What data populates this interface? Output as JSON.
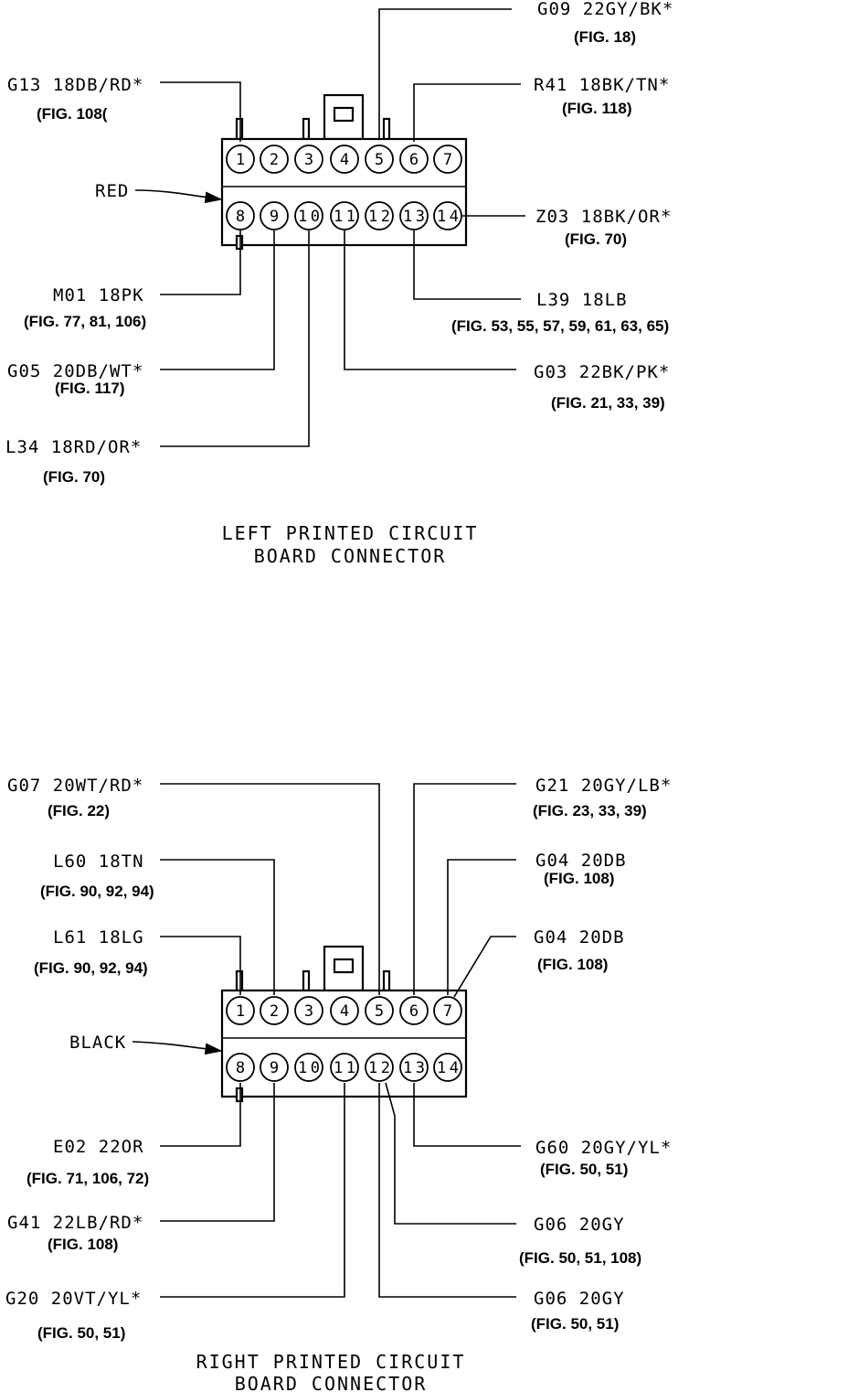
{
  "left_connector": {
    "caption_line1": "LEFT PRINTED CIRCUIT",
    "caption_line2": "BOARD CONNECTOR",
    "color_label": "RED",
    "pins_top": [
      "1",
      "2",
      "3",
      "4",
      "5",
      "6",
      "7"
    ],
    "pins_bottom": [
      "8",
      "9",
      "10",
      "11",
      "12",
      "13",
      "14"
    ],
    "wires": [
      {
        "code": "G09 22GY/BK*",
        "fig": "(FIG. 18)"
      },
      {
        "code": "G13 18DB/RD*",
        "fig": "(FIG. 108("
      },
      {
        "code": "R41 18BK/TN*",
        "fig": "(FIG. 118)"
      },
      {
        "code": "Z03 18BK/OR*",
        "fig": "(FIG. 70)"
      },
      {
        "code": "M01 18PK",
        "fig": "(FIG. 77, 81, 106)"
      },
      {
        "code": "L39 18LB",
        "fig": "(FIG. 53, 55, 57, 59, 61, 63, 65)"
      },
      {
        "code": "G05 20DB/WT*",
        "fig": "(FIG. 117)"
      },
      {
        "code": "G03 22BK/PK*",
        "fig": "(FIG. 21, 33, 39)"
      },
      {
        "code": "L34 18RD/OR*",
        "fig": "(FIG. 70)"
      }
    ]
  },
  "right_connector": {
    "caption_line1": "RIGHT PRINTED CIRCUIT",
    "caption_line2": "BOARD CONNECTOR",
    "color_label": "BLACK",
    "pins_top": [
      "1",
      "2",
      "3",
      "4",
      "5",
      "6",
      "7"
    ],
    "pins_bottom": [
      "8",
      "9",
      "10",
      "11",
      "12",
      "13",
      "14"
    ],
    "wires": [
      {
        "code": "G07 20WT/RD*",
        "fig": "(FIG. 22)"
      },
      {
        "code": "G21 20GY/LB*",
        "fig": "(FIG. 23, 33, 39)"
      },
      {
        "code": "L60 18TN",
        "fig": "(FIG. 90, 92, 94)"
      },
      {
        "code": "G04 20DB",
        "fig": "(FIG. 108)"
      },
      {
        "code": "L61 18LG",
        "fig": "(FIG. 90, 92, 94)"
      },
      {
        "code": "G04 20DB",
        "fig": "(FIG. 108)"
      },
      {
        "code": "E02 22OR",
        "fig": "(FIG. 71, 106, 72)"
      },
      {
        "code": "G60 20GY/YL*",
        "fig": "(FIG. 50, 51)"
      },
      {
        "code": "G41 22LB/RD*",
        "fig": "(FIG. 108)"
      },
      {
        "code": "G06 20GY",
        "fig": "(FIG. 50, 51, 108)"
      },
      {
        "code": "G20 20VT/YL*",
        "fig": "(FIG. 50, 51)"
      },
      {
        "code": "G06 20GY",
        "fig": "(FIG. 50, 51)"
      }
    ]
  }
}
